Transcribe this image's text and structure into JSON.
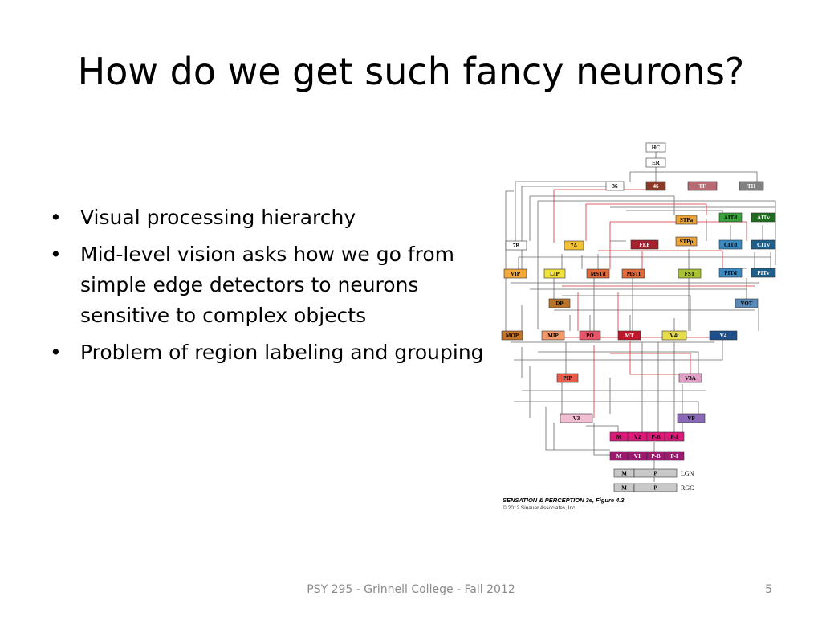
{
  "slide": {
    "title": "How do we get such fancy neurons?",
    "bullets": [
      "Visual processing hierarchy",
      "Mid-level vision asks how we go from simple edge detectors to neurons sensitive to complex objects",
      "Problem of region labeling and grouping"
    ],
    "footer": "PSY 295 - Grinnell College - Fall 2012",
    "page_number": "5"
  },
  "figure": {
    "boxes": [
      {
        "label": "HC",
        "fill": "#ffffff",
        "text": "#000000"
      },
      {
        "label": "ER",
        "fill": "#ffffff",
        "text": "#000000"
      },
      {
        "label": "36",
        "fill": "#ffffff",
        "text": "#000000"
      },
      {
        "label": "46",
        "fill": "#8b3a2a",
        "text": "#ffffff"
      },
      {
        "label": "TF",
        "fill": "#b86a73",
        "text": "#ffffff"
      },
      {
        "label": "TH",
        "fill": "#808080",
        "text": "#ffffff"
      },
      {
        "label": "STPa",
        "fill": "#e8a33a",
        "text": "#000000"
      },
      {
        "label": "AITd",
        "fill": "#3aa23a",
        "text": "#000000"
      },
      {
        "label": "AITv",
        "fill": "#1e6e1e",
        "text": "#ffffff"
      },
      {
        "label": "7B",
        "fill": "#ffffff",
        "text": "#000000"
      },
      {
        "label": "7A",
        "fill": "#f2c233",
        "text": "#000000"
      },
      {
        "label": "FEF",
        "fill": "#a3222d",
        "text": "#ffffff"
      },
      {
        "label": "STPp",
        "fill": "#e8a33a",
        "text": "#000000"
      },
      {
        "label": "CITd",
        "fill": "#3a8ac2",
        "text": "#000000"
      },
      {
        "label": "CITv",
        "fill": "#1e5e8a",
        "text": "#ffffff"
      },
      {
        "label": "VIP",
        "fill": "#f2a93a",
        "text": "#000000"
      },
      {
        "label": "LIP",
        "fill": "#f2e13a",
        "text": "#000000"
      },
      {
        "label": "MSTd",
        "fill": "#e06a3a",
        "text": "#000000"
      },
      {
        "label": "MSTl",
        "fill": "#e06a3a",
        "text": "#000000"
      },
      {
        "label": "FST",
        "fill": "#a8c233",
        "text": "#000000"
      },
      {
        "label": "PITd",
        "fill": "#3a8ac2",
        "text": "#000000"
      },
      {
        "label": "PITv",
        "fill": "#1e5e8a",
        "text": "#ffffff"
      },
      {
        "label": "DP",
        "fill": "#b8742a",
        "text": "#000000"
      },
      {
        "label": "VOT",
        "fill": "#5b8ab8",
        "text": "#000000"
      },
      {
        "label": "MOP",
        "fill": "#c2742a",
        "text": "#000000"
      },
      {
        "label": "MIP",
        "fill": "#f29a6a",
        "text": "#000000"
      },
      {
        "label": "PO",
        "fill": "#e8556a",
        "text": "#000000"
      },
      {
        "label": "MT",
        "fill": "#c0182a",
        "text": "#ffffff"
      },
      {
        "label": "V4t",
        "fill": "#e8dc4a",
        "text": "#000000"
      },
      {
        "label": "V4",
        "fill": "#1e4e8a",
        "text": "#ffffff"
      },
      {
        "label": "PIP",
        "fill": "#e85a4a",
        "text": "#000000"
      },
      {
        "label": "V3A",
        "fill": "#e2a0c8",
        "text": "#000000"
      },
      {
        "label": "V3",
        "fill": "#f2bed2",
        "text": "#000000"
      },
      {
        "label": "VP",
        "fill": "#8a6ab8",
        "text": "#000000"
      },
      {
        "label": "M",
        "fill": "#d81b7a",
        "text": "#000000"
      },
      {
        "label": "V2",
        "fill": "#d81b7a",
        "text": "#000000"
      },
      {
        "label": "P-B",
        "fill": "#d81b7a",
        "text": "#000000"
      },
      {
        "label": "P-I",
        "fill": "#d81b7a",
        "text": "#000000"
      },
      {
        "label": "M",
        "fill": "#9a1a6e",
        "text": "#ffffff"
      },
      {
        "label": "V1",
        "fill": "#9a1a6e",
        "text": "#ffffff"
      },
      {
        "label": "P-B",
        "fill": "#9a1a6e",
        "text": "#ffffff"
      },
      {
        "label": "P-I",
        "fill": "#9a1a6e",
        "text": "#ffffff"
      },
      {
        "label": "M",
        "fill": "#c8c8c8",
        "text": "#000000"
      },
      {
        "label": "P",
        "fill": "#c8c8c8",
        "text": "#000000"
      },
      {
        "label": "M",
        "fill": "#c8c8c8",
        "text": "#000000"
      },
      {
        "label": "P",
        "fill": "#c8c8c8",
        "text": "#000000"
      }
    ],
    "side_labels": [
      "LGN",
      "RGC"
    ],
    "caption": "SENSATION & PERCEPTION 3e, Figure 4.3",
    "copyright": "© 2012 Sinauer Associates, Inc."
  }
}
